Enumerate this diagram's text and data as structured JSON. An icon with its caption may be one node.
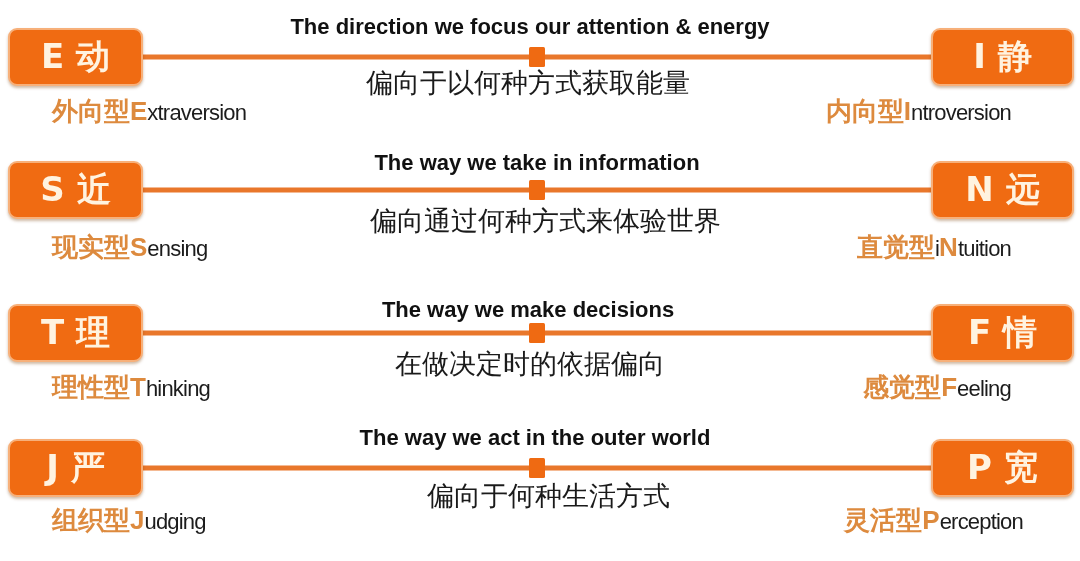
{
  "diagram": {
    "nodes": [
      {
        "text": [
          "E 动"
        ],
        "beside": [
          "**外向型E**xtraversion"
        ]
      },
      {
        "text": [
          "I 静"
        ],
        "beside": [
          "**内向型I**ntroversion"
        ]
      },
      {
        "text": [
          "S 近"
        ],
        "beside": [
          "**现实型S**ensing"
        ]
      },
      {
        "text": [
          "N 远"
        ],
        "beside": [
          "**直觉型**i**N**tuition"
        ]
      },
      {
        "text": [
          "T 理"
        ],
        "beside": [
          "**理性型T**hinking"
        ]
      },
      {
        "text": [
          "F 情"
        ],
        "beside": [
          "**感觉型F**eeling"
        ]
      },
      {
        "text": [
          "J 严"
        ],
        "beside": [
          "**组织型J**udging"
        ]
      },
      {
        "text": [
          "P 宽"
        ],
        "beside": [
          "**灵活型P**erception"
        ]
      }
    ],
    "edges": [
      {
        "from": 0,
        "to": 1,
        "arrow": "none"
      },
      {
        "from": 2,
        "to": 3,
        "arrow": "none"
      },
      {
        "from": 4,
        "to": 5,
        "arrow": "none"
      },
      {
        "from": 6,
        "to": 7,
        "arrow": "none"
      }
    ],
    "labels": [
      "The direction we focus our attention & energy",
      "偏向于以何种方式获取能量",
      "The way we take in information",
      "偏向通过何种方式来体验世界",
      "The way we make decisions",
      "在做决定时的依据偏向",
      "The way we act in the outer world",
      "偏向于何种生活方式"
    ]
  }
}
